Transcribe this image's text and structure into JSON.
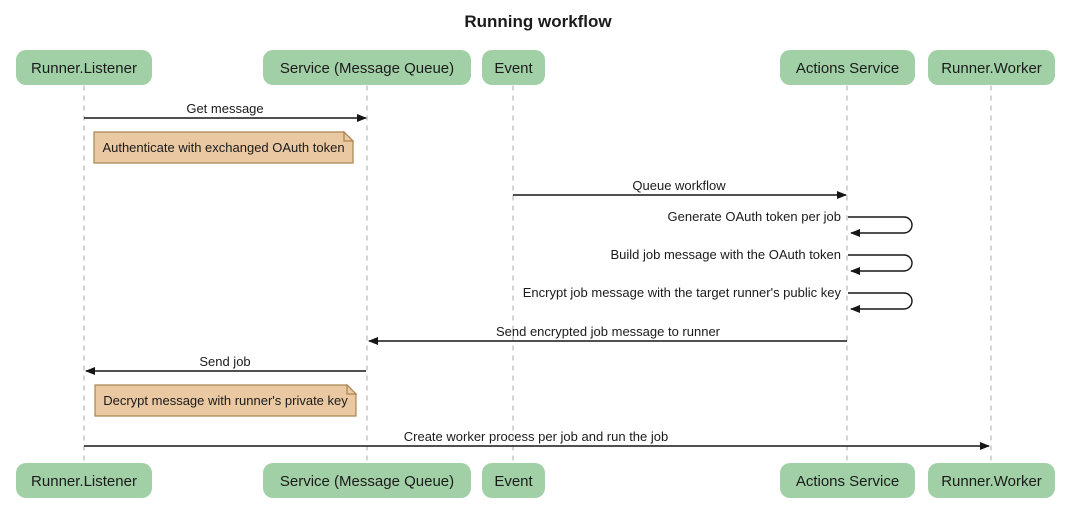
{
  "title": "Running workflow",
  "diagram_kind": "sequence",
  "participants": [
    {
      "id": "runner-listener",
      "label": "Runner.Listener"
    },
    {
      "id": "service-message-queue",
      "label": "Service (Message Queue)"
    },
    {
      "id": "event",
      "label": "Event"
    },
    {
      "id": "actions-service",
      "label": "Actions Service"
    },
    {
      "id": "runner-worker",
      "label": "Runner.Worker"
    }
  ],
  "messages": [
    {
      "from": "Runner.Listener",
      "to": "Service (Message Queue)",
      "label": "Get message"
    },
    {
      "from": "Event",
      "to": "Actions Service",
      "label": "Queue workflow"
    },
    {
      "from": "Actions Service",
      "to": "Actions Service",
      "label": "Generate OAuth token per job"
    },
    {
      "from": "Actions Service",
      "to": "Actions Service",
      "label": "Build job message with the OAuth token"
    },
    {
      "from": "Actions Service",
      "to": "Actions Service",
      "label": "Encrypt job message with the target runner's public key"
    },
    {
      "from": "Actions Service",
      "to": "Service (Message Queue)",
      "label": "Send encrypted job message to runner"
    },
    {
      "from": "Service (Message Queue)",
      "to": "Runner.Listener",
      "label": "Send job"
    },
    {
      "from": "Runner.Listener",
      "to": "Runner.Worker",
      "label": "Create worker process per job and run the job"
    }
  ],
  "notes": [
    {
      "anchor": "Runner.Listener",
      "text": "Authenticate with exchanged OAuth token"
    },
    {
      "anchor": "Runner.Listener",
      "text": "Decrypt message with runner's private key"
    }
  ],
  "colors": {
    "actor_fill": "#A1D0A6",
    "note_fill": "#E9C8A2",
    "note_border": "#AA8552",
    "lifeline_color": "#ABABAB",
    "arrow_color": "#161616",
    "text_color": "#1B1B1B",
    "background": "#FFFFFF"
  }
}
